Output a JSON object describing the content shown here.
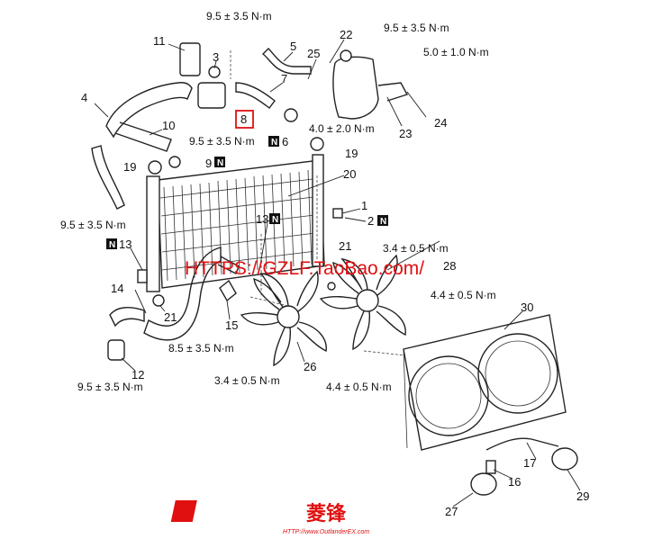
{
  "parts": {
    "p1": "1",
    "p2": "2",
    "p3": "3",
    "p4": "4",
    "p5": "5",
    "p6": "6",
    "p7": "7",
    "p8": "8",
    "p9": "9",
    "p10": "10",
    "p11": "11",
    "p12": "12",
    "p13a": "13",
    "p13b": "13",
    "p14": "14",
    "p15": "15",
    "p16": "16",
    "p17": "17",
    "p19a": "19",
    "p19b": "19",
    "p20": "20",
    "p21a": "21",
    "p21b": "21",
    "p22": "22",
    "p23": "23",
    "p24": "24",
    "p25": "25",
    "p26": "26",
    "p27": "27",
    "p28": "28",
    "p29": "29",
    "p30": "30"
  },
  "new_part_mark": "N",
  "torques": {
    "t1": "9.5 ± 3.5 N·m",
    "t2": "9.5 ± 3.5 N·m",
    "t3": "5.0 ± 1.0 N·m",
    "t4": "9.5 ± 3.5 N·m",
    "t5": "4.0 ± 2.0 N·m",
    "t6": "9.5 ± 3.5 N·m",
    "t7": "3.4 ± 0.5 N·m",
    "t8": "4.4 ± 0.5 N·m",
    "t9": "8.5 ± 3.5 N·m",
    "t10": "3.4 ± 0.5 N·m",
    "t11": "4.4 ± 0.5 N·m",
    "t12": "9.5 ± 3.5 N·m"
  },
  "watermark": "HTTPS://GZLF.TaoBao.com/",
  "logo": {
    "text": "菱锋",
    "url": "HTTP://www.OutlanderEX.com"
  },
  "colors": {
    "watermark": "#e01010",
    "highlight_box": "#e01010",
    "line": "#222222"
  }
}
